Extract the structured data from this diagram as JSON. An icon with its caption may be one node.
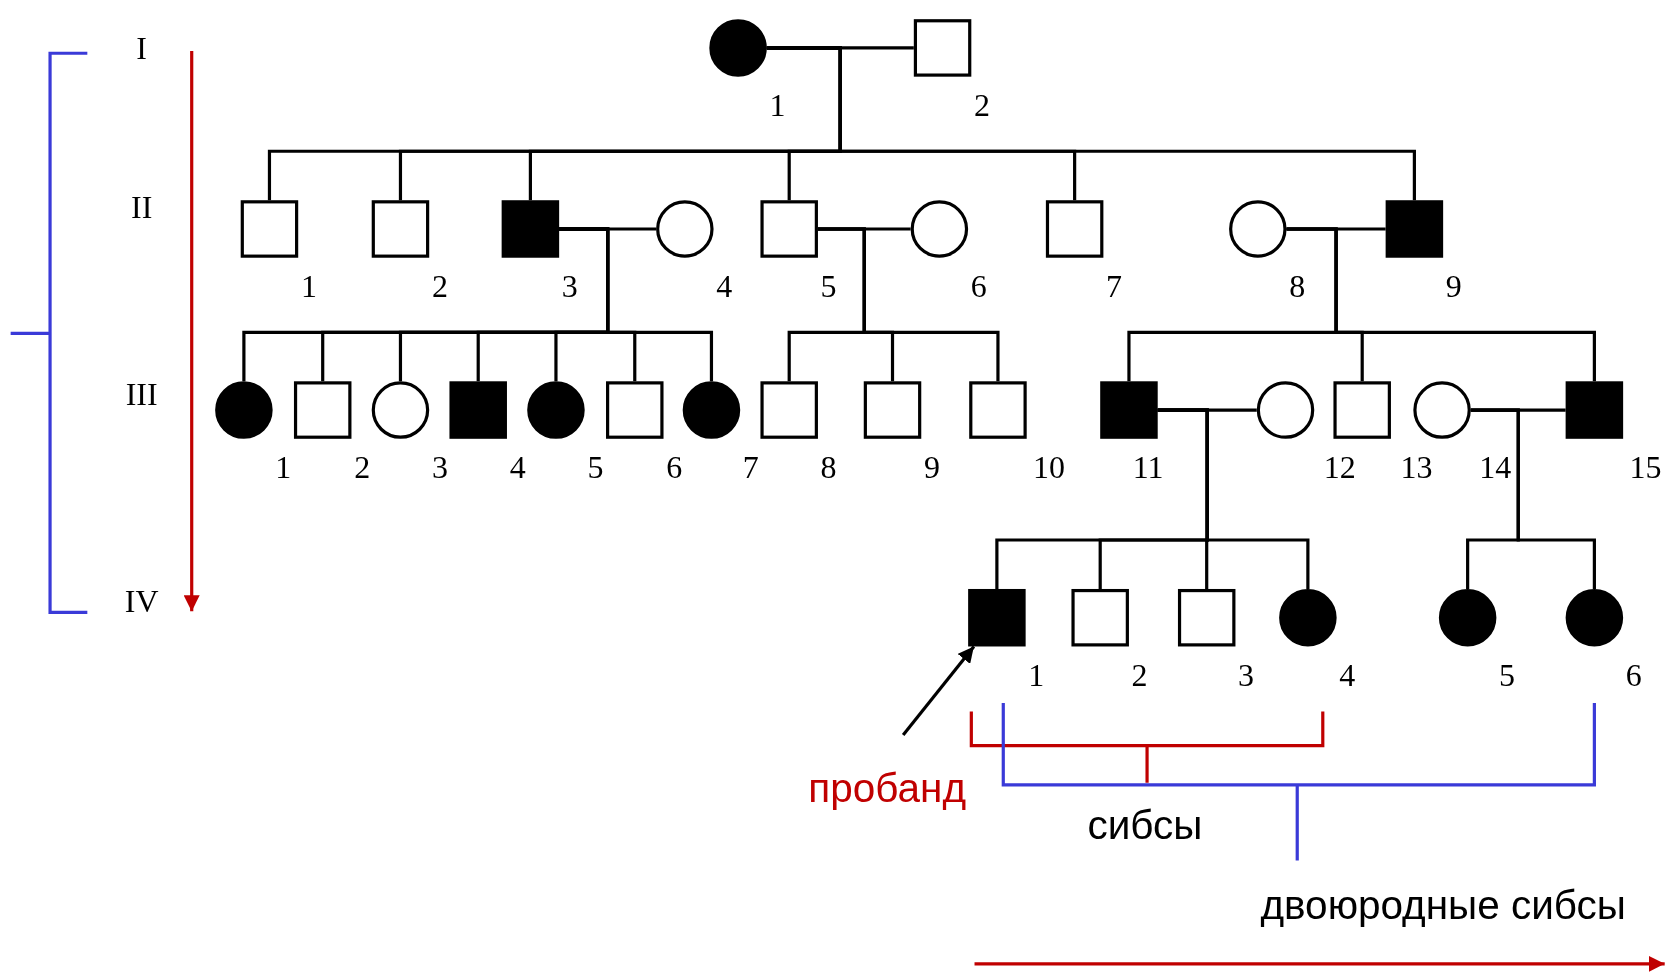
{
  "diagram": {
    "nodes": [
      {
        "text": [],
        "shape": "filled-circle",
        "beside": [
          "1"
        ]
      },
      {
        "text": [],
        "shape": "box",
        "beside": [
          "2"
        ]
      },
      {
        "text": [],
        "shape": "box",
        "beside": [
          "1"
        ]
      },
      {
        "text": [],
        "shape": "box",
        "beside": [
          "2"
        ]
      },
      {
        "text": [],
        "shape": "filled-box",
        "beside": [
          "3"
        ]
      },
      {
        "text": [],
        "shape": "circle",
        "beside": [
          "4"
        ]
      },
      {
        "text": [],
        "shape": "box",
        "beside": [
          "5"
        ]
      },
      {
        "text": [],
        "shape": "circle",
        "beside": [
          "6"
        ]
      },
      {
        "text": [],
        "shape": "box",
        "beside": [
          "7"
        ]
      },
      {
        "text": [],
        "shape": "circle",
        "beside": [
          "8"
        ]
      },
      {
        "text": [],
        "shape": "filled-box",
        "beside": [
          "9"
        ]
      },
      {
        "text": [],
        "shape": "filled-circle",
        "beside": [
          "1"
        ]
      },
      {
        "text": [],
        "shape": "box",
        "beside": [
          "2"
        ]
      },
      {
        "text": [],
        "shape": "circle",
        "beside": [
          "3"
        ]
      },
      {
        "text": [],
        "shape": "filled-box",
        "beside": [
          "4"
        ]
      },
      {
        "text": [],
        "shape": "filled-circle",
        "beside": [
          "5"
        ]
      },
      {
        "text": [],
        "shape": "box",
        "beside": [
          "6"
        ]
      },
      {
        "text": [],
        "shape": "filled-circle",
        "beside": [
          "7"
        ]
      },
      {
        "text": [],
        "shape": "box",
        "beside": [
          "8"
        ]
      },
      {
        "text": [],
        "shape": "box",
        "beside": [
          "9"
        ]
      },
      {
        "text": [],
        "shape": "box",
        "beside": [
          "10"
        ]
      },
      {
        "text": [],
        "shape": "filled-box",
        "beside": [
          "11"
        ]
      },
      {
        "text": [],
        "shape": "circle",
        "beside": [
          "12"
        ]
      },
      {
        "text": [],
        "shape": "box",
        "beside": [
          "13"
        ]
      },
      {
        "text": [],
        "shape": "circle",
        "beside": [
          "14"
        ]
      },
      {
        "text": [],
        "shape": "filled-box",
        "beside": [
          "15"
        ]
      },
      {
        "text": [],
        "shape": "filled-box",
        "beside": [
          "1"
        ]
      },
      {
        "text": [],
        "shape": "box",
        "beside": [
          "2"
        ]
      },
      {
        "text": [],
        "shape": "box",
        "beside": [
          "3"
        ]
      },
      {
        "text": [],
        "shape": "filled-circle",
        "beside": [
          "4"
        ]
      },
      {
        "text": [],
        "shape": "filled-circle",
        "beside": [
          "5"
        ]
      },
      {
        "text": [],
        "shape": "filled-circle",
        "beside": [
          "6"
        ]
      }
    ],
    "edges": [
      {
        "from": 0,
        "to": 1,
        "arrow": "none"
      },
      {
        "from": 4,
        "to": 5,
        "arrow": "none"
      },
      {
        "from": 6,
        "to": 7,
        "arrow": "none"
      },
      {
        "from": 9,
        "to": 10,
        "arrow": "none"
      },
      {
        "from": 21,
        "to": 22,
        "arrow": "none"
      },
      {
        "from": 24,
        "to": 25,
        "arrow": "none"
      },
      {
        "from": 0,
        "to": 2,
        "arrow": "none"
      },
      {
        "from": 0,
        "to": 3,
        "arrow": "none"
      },
      {
        "from": 0,
        "to": 4,
        "arrow": "none"
      },
      {
        "from": 0,
        "to": 6,
        "arrow": "none"
      },
      {
        "from": 0,
        "to": 8,
        "arrow": "none"
      },
      {
        "from": 0,
        "to": 10,
        "arrow": "none"
      },
      {
        "from": 4,
        "to": 11,
        "arrow": "none"
      },
      {
        "from": 4,
        "to": 12,
        "arrow": "none"
      },
      {
        "from": 4,
        "to": 13,
        "arrow": "none"
      },
      {
        "from": 4,
        "to": 14,
        "arrow": "none"
      },
      {
        "from": 4,
        "to": 15,
        "arrow": "none"
      },
      {
        "from": 4,
        "to": 16,
        "arrow": "none"
      },
      {
        "from": 4,
        "to": 17,
        "arrow": "none"
      },
      {
        "from": 6,
        "to": 18,
        "arrow": "none"
      },
      {
        "from": 6,
        "to": 19,
        "arrow": "none"
      },
      {
        "from": 6,
        "to": 20,
        "arrow": "none"
      },
      {
        "from": 9,
        "to": 21,
        "arrow": "none"
      },
      {
        "from": 9,
        "to": 23,
        "arrow": "none"
      },
      {
        "from": 9,
        "to": 25,
        "arrow": "none"
      },
      {
        "from": 21,
        "to": 26,
        "arrow": "none"
      },
      {
        "from": 21,
        "to": 27,
        "arrow": "none"
      },
      {
        "from": 21,
        "to": 28,
        "arrow": "none"
      },
      {
        "from": 21,
        "to": 29,
        "arrow": "none"
      },
      {
        "from": 24,
        "to": 30,
        "arrow": "none"
      },
      {
        "from": 24,
        "to": 31,
        "arrow": "none"
      },
      {
        "from": null,
        "to": 26,
        "arrow": "to"
      }
    ],
    "labels": [
      "I",
      "II",
      "III",
      "IV",
      "пробанд",
      "сибсы",
      "двоюродные сибсы"
    ]
  }
}
